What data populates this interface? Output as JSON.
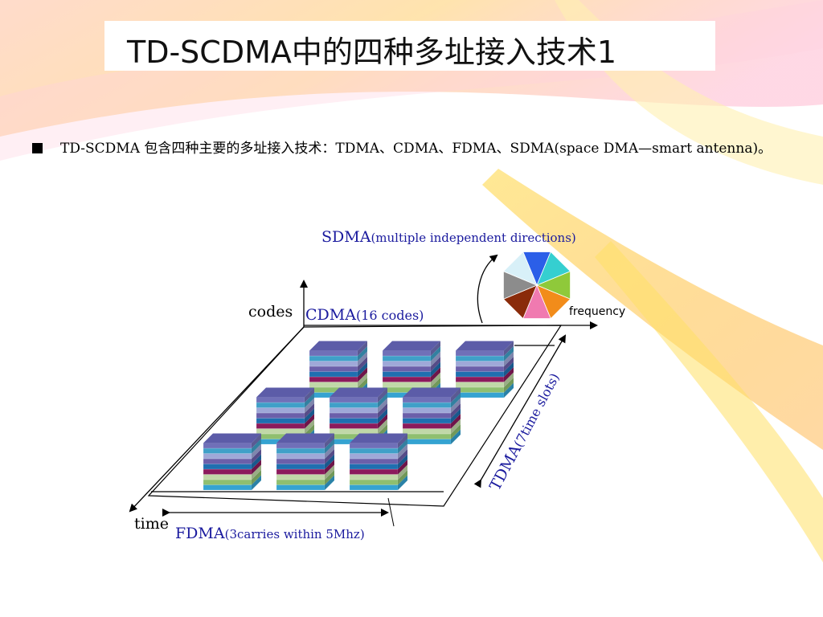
{
  "slide": {
    "title": "TD-SCDMA中的四种多址接入技术1",
    "bullet": "TD-SCDMA 包含四种主要的多址接入技术：TDMA、CDMA、FDMA、SDMA(space DMA—smart antenna)。"
  },
  "diagram": {
    "sdma_name": "SDMA",
    "sdma_desc": "(multiple independent directions)",
    "codes_axis": "codes",
    "cdma_name": "CDMA",
    "cdma_desc": "(16 codes)",
    "frequency_axis": "frequency",
    "tdma_name": "TDMA",
    "tdma_desc": "(7time slots)",
    "time_axis": "time",
    "fdma_name": "FDMA",
    "fdma_desc": "(3carries within 5Mhz)"
  },
  "colors": {
    "label_blue": "#1a1a9e",
    "layer_colors": [
      "#35a3d1",
      "#8fbf6f",
      "#c0d8a8",
      "#8b1a5c",
      "#1f6fb0",
      "#6b5faa",
      "#9fa8d8",
      "#40a0c8",
      "#7070b8"
    ],
    "wheel_colors": [
      "#2b5fe8",
      "#35cfd0",
      "#8fc93a",
      "#f28c1a",
      "#f07ab0",
      "#8a2b0a",
      "#8c8c8c",
      "#d8f0f8"
    ]
  }
}
